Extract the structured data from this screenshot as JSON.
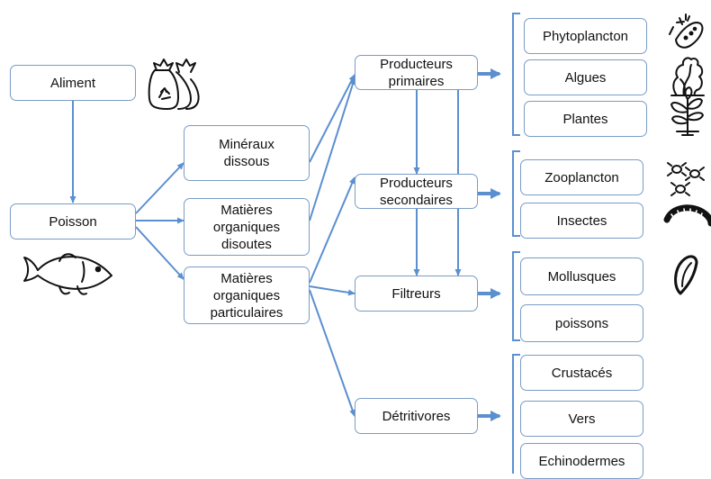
{
  "nodes": {
    "aliment": "Aliment",
    "poisson": "Poisson",
    "mineraux": "Minéraux\ndissous",
    "mod": "Matières\norganiques\ndisoutes",
    "mop": "Matières\norganiques\nparticulaires",
    "prod_prim": "Producteurs\nprimaires",
    "prod_sec": "Producteurs\nsecondaires",
    "filtreurs": "Filtreurs",
    "detritivores": "Détritivores",
    "phytoplancton": "Phytoplancton",
    "algues": "Algues",
    "plantes": "Plantes",
    "zooplancton": "Zooplancton",
    "insectes": "Insectes",
    "mollusques": "Mollusques",
    "poissons": "poissons",
    "crustaces": "Crustacés",
    "vers": "Vers",
    "echinodermes": "Echinodermes"
  },
  "icons": [
    "recycle-bag-icon",
    "fish-icon",
    "phytoplankton-icon",
    "algae-icon",
    "plant-icon",
    "zooplankton-icon",
    "worm-larva-icon",
    "mussel-icon",
    "small-fish-icon",
    "shrimp-icon",
    "bristle-worm-icon",
    "sea-cucumber-icon"
  ],
  "colors": {
    "line": "#5b8fd0",
    "border": "#7a9cc6"
  }
}
